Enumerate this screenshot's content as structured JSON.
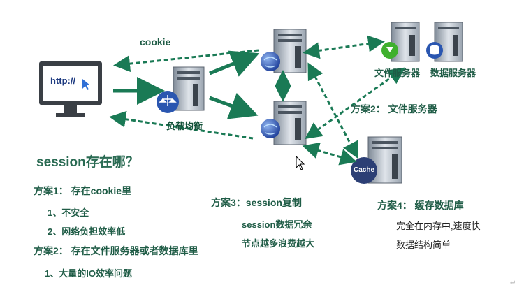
{
  "diagram": {
    "cookie_label": "cookie",
    "url_text": "http://",
    "load_balancer_label": "负载均衡",
    "file_server_label": "文件服务器",
    "db_server_label": "数据服务器",
    "cache_label": "Cache",
    "scheme2_top": "方案2： 文件服务器",
    "question": "session存在哪？",
    "scheme1": {
      "title": "方案1： 存在cookie里",
      "items": [
        "1、不安全",
        "2、网络负担效率低"
      ]
    },
    "scheme2": {
      "title": "方案2： 存在文件服务器或者数据库里",
      "items": [
        "1、大量的IO效率问题"
      ]
    },
    "scheme3": {
      "title": "方案3：session复制",
      "items": [
        "session数据冗余",
        "节点越多浪费越大"
      ]
    },
    "scheme4": {
      "title": "方案4： 缓存数据库",
      "items": [
        "完全在内存中,速度快",
        "数据结构简单"
      ]
    },
    "corner_mark": "↵"
  },
  "colors": {
    "arrow": "#1a7a55",
    "text": "#1f5c46",
    "server_body": "#c9d0d8",
    "globe": "#2a56b0",
    "balance": "#2a56b0",
    "cache_circle": "#2c3f75"
  }
}
